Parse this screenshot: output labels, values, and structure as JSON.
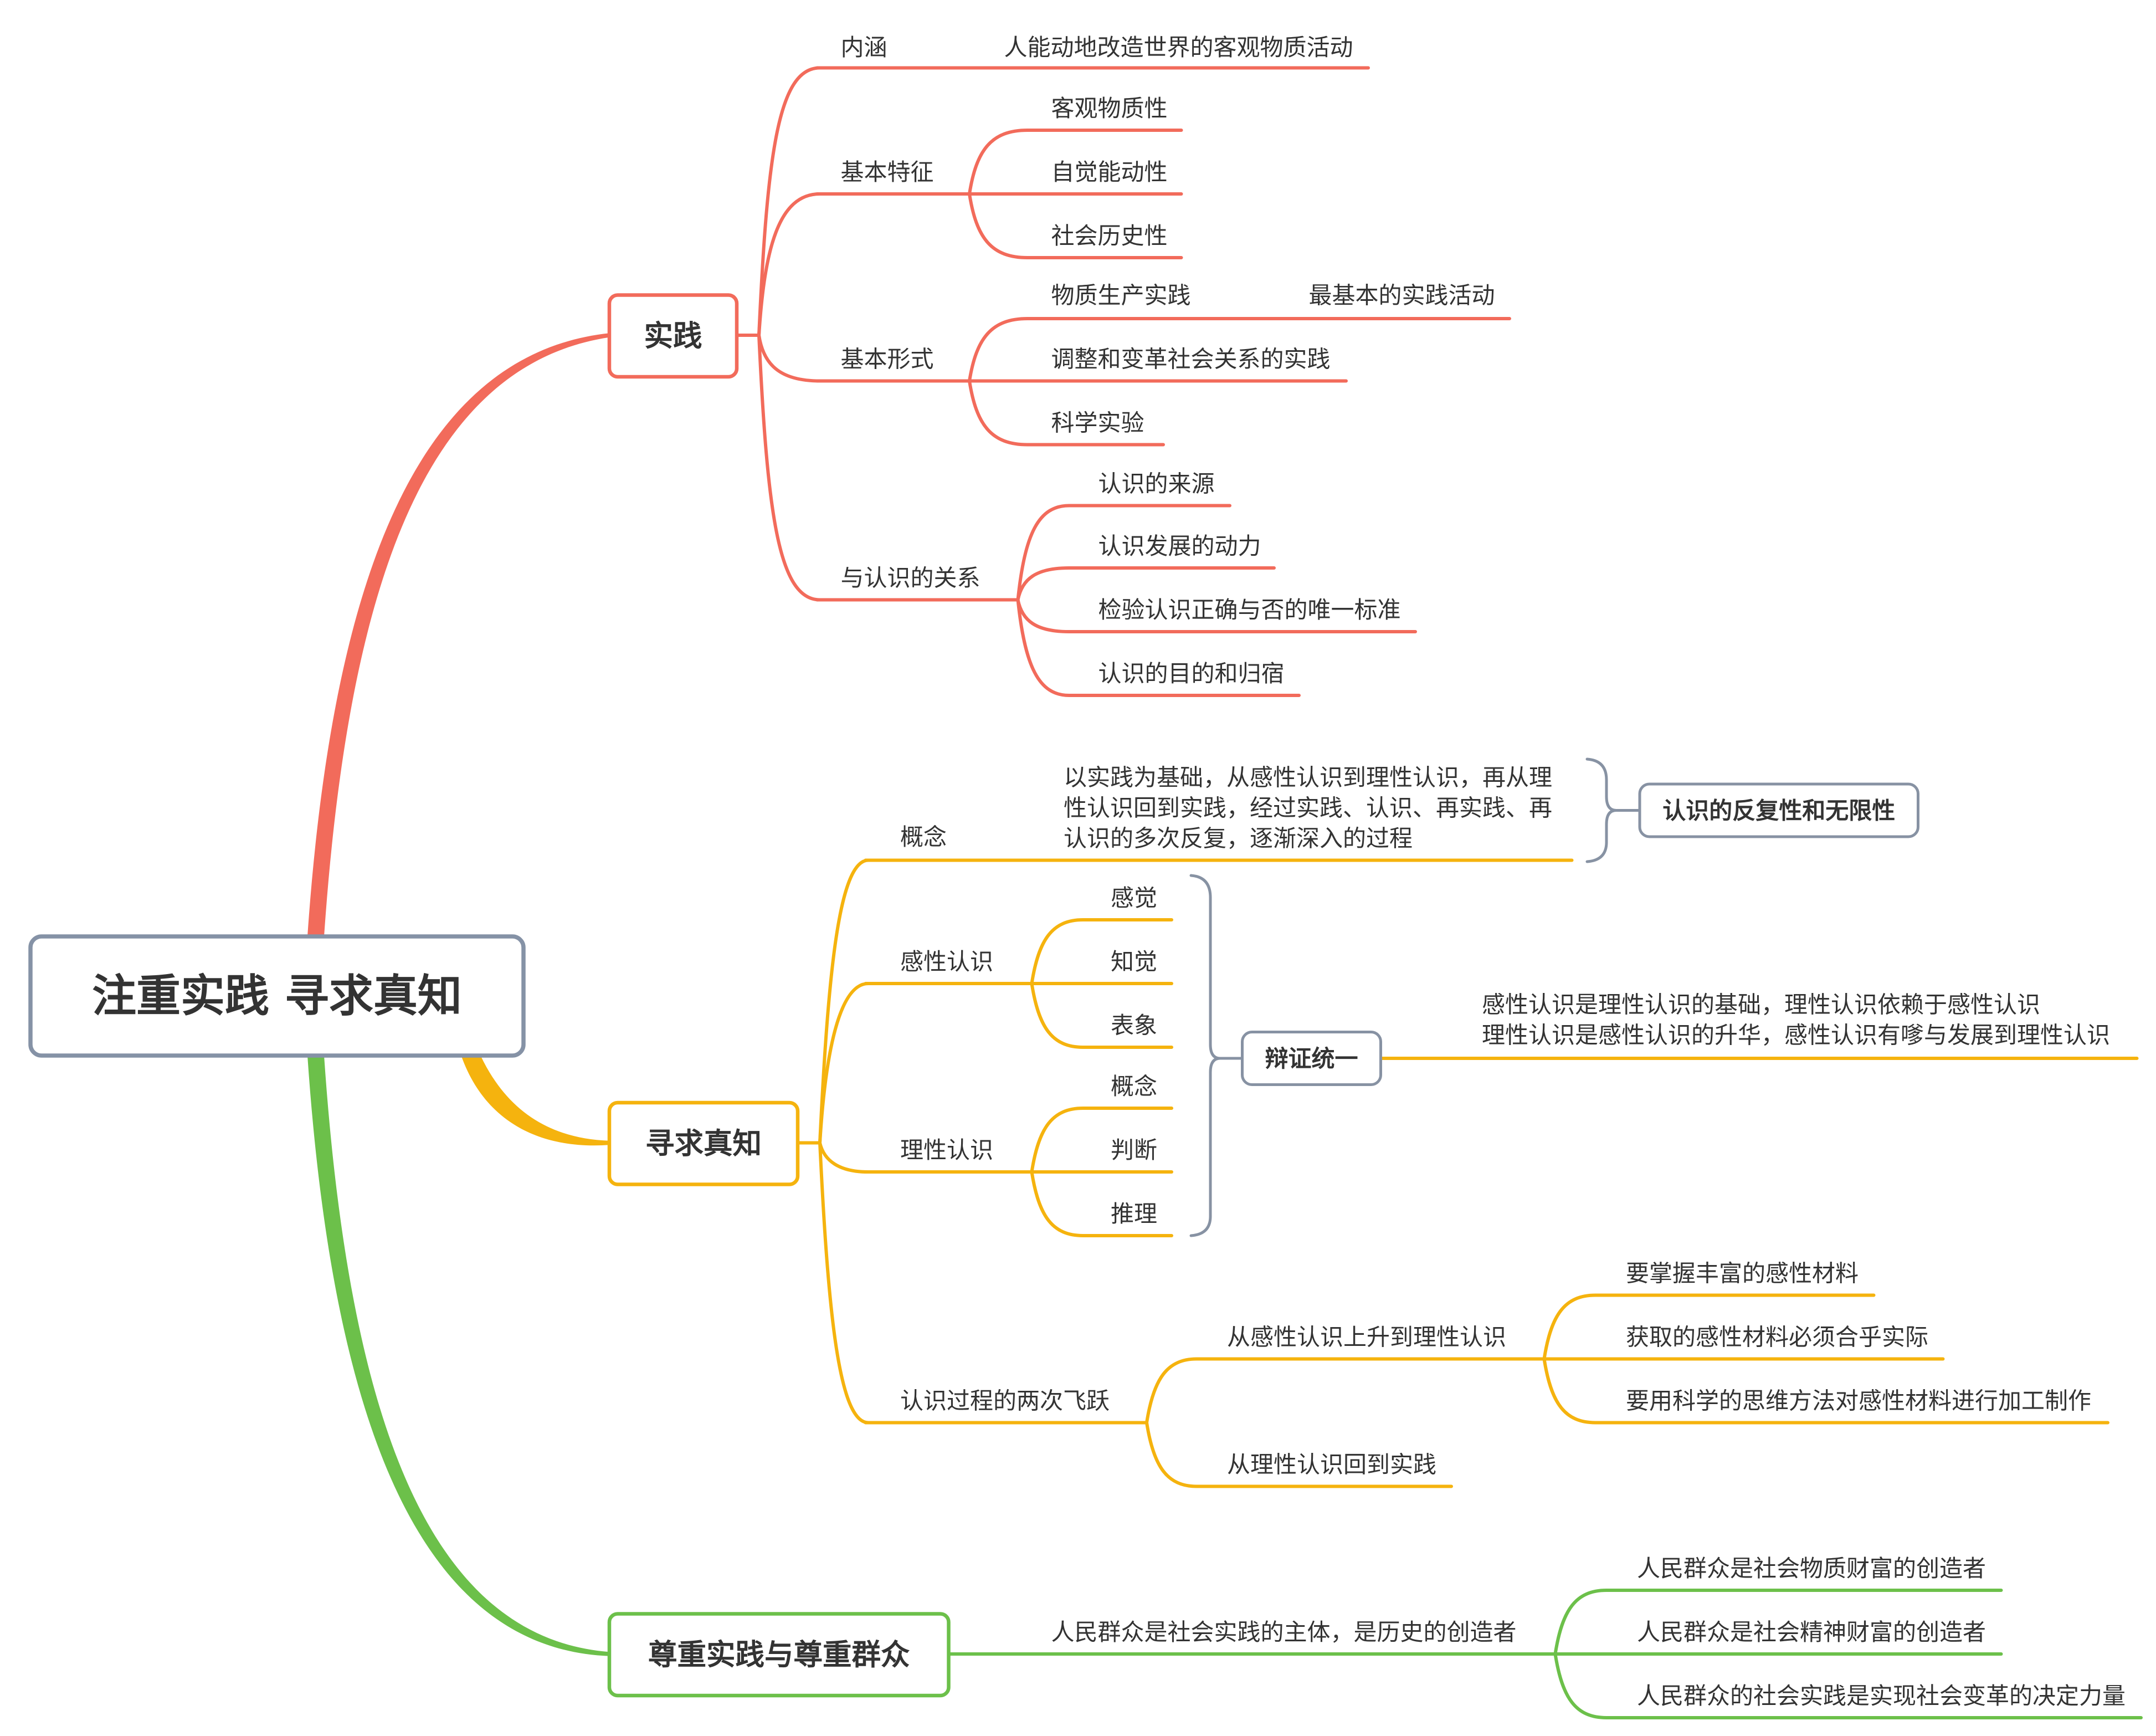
{
  "colors": {
    "central_border": "#8592a6",
    "practice": "#f26b5b",
    "truth": "#f5b30e",
    "masses": "#6cc04a",
    "summary": "#8792a3",
    "text": "#333333"
  },
  "central_topic": "注重实践 寻求真知",
  "branches": [
    {
      "title": "实践",
      "topics": [
        {
          "label": "内涵",
          "children": [
            {
              "label": "人能动地改造世界的客观物质活动"
            }
          ]
        },
        {
          "label": "基本特征",
          "children": [
            {
              "label": "客观物质性"
            },
            {
              "label": "自觉能动性"
            },
            {
              "label": "社会历史性"
            }
          ]
        },
        {
          "label": "基本形式",
          "children": [
            {
              "label": "物质生产实践",
              "children": [
                {
                  "label": "最基本的实践活动"
                }
              ]
            },
            {
              "label": "调整和变革社会关系的实践"
            },
            {
              "label": "科学实验"
            }
          ]
        },
        {
          "label": "与认识的关系",
          "children": [
            {
              "label": "认识的来源"
            },
            {
              "label": "认识发展的动力"
            },
            {
              "label": "检验认识正确与否的唯一标准"
            },
            {
              "label": "认识的目的和归宿"
            }
          ]
        }
      ]
    },
    {
      "title": "寻求真知",
      "topics": [
        {
          "label": "概念",
          "children": [
            {
              "lines": [
                "以实践为基础，从感性认识到理性认识，再从理",
                "性认识回到实践，经过实践、认识、再实践、再",
                "认识的多次反复，逐渐深入的过程"
              ]
            }
          ],
          "summary": "认识的反复性和无限性"
        },
        {
          "label": "感性认识",
          "children": [
            {
              "label": "感觉"
            },
            {
              "label": "知觉"
            },
            {
              "label": "表象"
            }
          ]
        },
        {
          "label": "理性认识",
          "children": [
            {
              "label": "概念"
            },
            {
              "label": "判断"
            },
            {
              "label": "推理"
            }
          ]
        },
        {
          "label": "认识过程的两次飞跃",
          "children": [
            {
              "label": "从感性认识上升到理性认识",
              "children": [
                {
                  "label": "要掌握丰富的感性材料"
                },
                {
                  "label": "获取的感性材料必须合乎实际"
                },
                {
                  "label": "要用科学的思维方法对感性材料进行加工制作"
                }
              ]
            },
            {
              "label": "从理性认识回到实践"
            }
          ]
        }
      ],
      "group_summary": {
        "label": "辩证统一",
        "children": [
          {
            "lines": [
              "感性认识是理性认识的基础，理性认识依赖于感性认识",
              "理性认识是感性认识的升华，感性认识有嗲与发展到理性认识"
            ]
          }
        ]
      }
    },
    {
      "title": "尊重实践与尊重群众",
      "topics": [
        {
          "label": "人民群众是社会实践的主体，是历史的创造者",
          "children": [
            {
              "label": "人民群众是社会物质财富的创造者"
            },
            {
              "label": "人民群众是社会精神财富的创造者"
            },
            {
              "label": "人民群众的社会实践是实现社会变革的决定力量"
            }
          ]
        }
      ]
    }
  ]
}
